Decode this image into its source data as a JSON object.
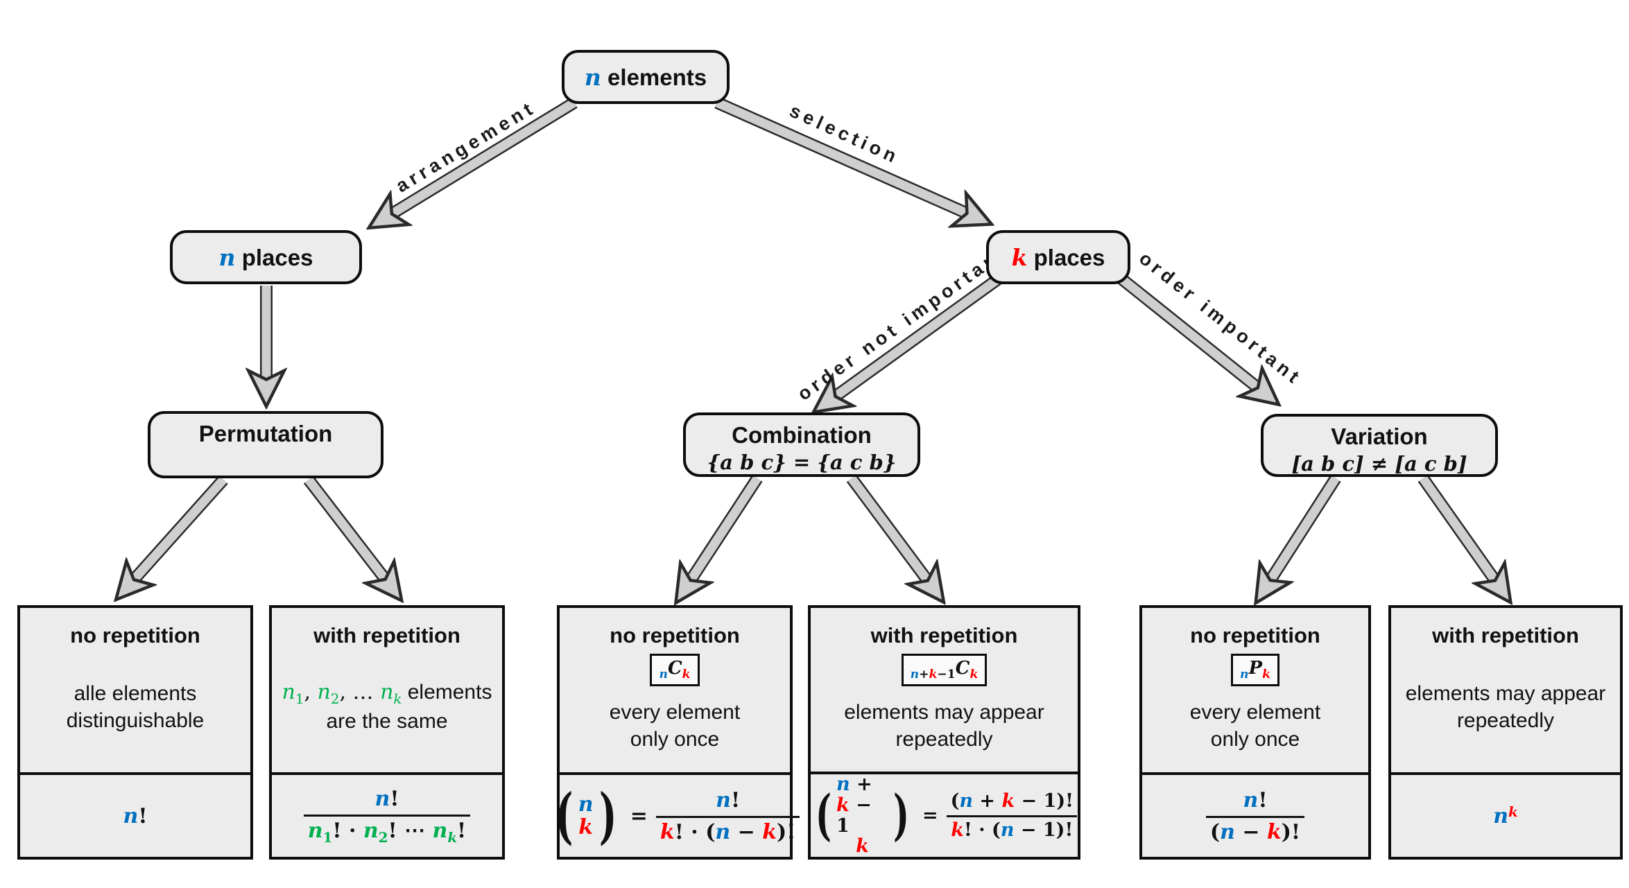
{
  "palette": {
    "blue": "#0070C0",
    "red": "#FF0000",
    "green": "#00B050",
    "box_fill": "#ececec",
    "arrow_fill": "#cfcfcf",
    "border": "#0d0d0d"
  },
  "nodes": {
    "root": {
      "tokens": [
        [
          "n",
          "b i"
        ],
        [
          " elements",
          "sans"
        ]
      ]
    },
    "n_places": {
      "tokens": [
        [
          "n",
          "b i"
        ],
        [
          " places",
          "sans"
        ]
      ]
    },
    "k_places": {
      "tokens": [
        [
          "k",
          "r i"
        ],
        [
          " places",
          "sans"
        ]
      ]
    },
    "permutation": {
      "title": "Permutation",
      "sub": []
    },
    "combination": {
      "title": "Combination",
      "sub": [
        [
          "{a b c} = {a c b}",
          "i k"
        ]
      ]
    },
    "variation": {
      "title": "Variation",
      "sub": [
        [
          "[a b c] ≠ [a c b]",
          "i k"
        ]
      ]
    }
  },
  "edges": {
    "arrangement": "arrangement",
    "selection": "selection",
    "not_important": "order not important",
    "important": "order important"
  },
  "leaves": [
    {
      "title": "no repetition",
      "body": [
        [
          [
            "alle elements",
            "sans"
          ]
        ],
        [
          [
            "distinguishable",
            "sans"
          ]
        ]
      ],
      "formula": {
        "inline": [
          [
            "n",
            "b i"
          ],
          [
            "!",
            "k"
          ]
        ]
      }
    },
    {
      "title": "with repetition",
      "body": [
        [
          [
            "n",
            "g i"
          ],
          [
            "1",
            "g sb"
          ],
          [
            ", ",
            "k"
          ],
          [
            "n",
            "g i"
          ],
          [
            "2",
            "g sb"
          ],
          [
            ", … ",
            "k"
          ],
          [
            "n",
            "g i"
          ],
          [
            "k",
            "g i sb"
          ],
          [
            " elements",
            "sans"
          ]
        ],
        [
          [
            "are the same",
            "sans"
          ]
        ]
      ],
      "formula": {
        "frac": {
          "num": [
            [
              "n",
              "b i"
            ],
            [
              "!",
              "k"
            ]
          ],
          "den": [
            [
              "n",
              "g i"
            ],
            [
              "1",
              "g sb"
            ],
            [
              "! · ",
              "k"
            ],
            [
              "n",
              "g i"
            ],
            [
              "2",
              "g sb"
            ],
            [
              "! ⋯ ",
              "k"
            ],
            [
              "n",
              "g i"
            ],
            [
              "k",
              "g i sb"
            ],
            [
              "!",
              "k"
            ]
          ]
        }
      }
    },
    {
      "title": "no repetition",
      "badge": [
        [
          "n",
          "b i sb"
        ],
        [
          "C",
          "k i"
        ],
        [
          "k",
          "r i sb"
        ]
      ],
      "body": [
        [
          [
            "every element",
            "sans"
          ]
        ],
        [
          [
            "only once",
            "sans"
          ]
        ]
      ],
      "formula": {
        "binom": {
          "top": [
            [
              "n",
              "b i"
            ]
          ],
          "bot": [
            [
              "k",
              "r i"
            ]
          ]
        },
        "eq": "=",
        "frac": {
          "num": [
            [
              "n",
              "b i"
            ],
            [
              "!",
              "k"
            ]
          ],
          "den": [
            [
              "k",
              "r i"
            ],
            [
              "! · (",
              "k"
            ],
            [
              "n",
              "b i"
            ],
            [
              " − ",
              "k"
            ],
            [
              "k",
              "r i"
            ],
            [
              ")!",
              "k"
            ]
          ]
        }
      }
    },
    {
      "title": "with repetition",
      "badge": [
        [
          "n",
          "b i sb"
        ],
        [
          "+",
          "k sb"
        ],
        [
          "k",
          "r i sb"
        ],
        [
          "−1",
          "k sb"
        ],
        [
          "C",
          "k i"
        ],
        [
          "k",
          "r i sb"
        ]
      ],
      "body": [
        [
          [
            "elements may appear",
            "sans"
          ]
        ],
        [
          [
            "repeatedly",
            "sans"
          ]
        ]
      ],
      "formula": {
        "binom": {
          "top": [
            [
              "n",
              "b i"
            ],
            [
              " + ",
              "k"
            ],
            [
              "k",
              "r i"
            ],
            [
              " − 1",
              "k"
            ]
          ],
          "bot": [
            [
              "k",
              "r i"
            ]
          ]
        },
        "eq": "=",
        "frac": {
          "num": [
            [
              "(",
              "k"
            ],
            [
              "n",
              "b i"
            ],
            [
              " + ",
              "k"
            ],
            [
              "k",
              "r i"
            ],
            [
              " − 1)!",
              "k"
            ]
          ],
          "den": [
            [
              "k",
              "r i"
            ],
            [
              "! · (",
              "k"
            ],
            [
              "n",
              "b i"
            ],
            [
              " − 1)!",
              "k"
            ]
          ]
        }
      }
    },
    {
      "title": "no repetition",
      "badge": [
        [
          "n",
          "b i sb"
        ],
        [
          "P",
          "k i"
        ],
        [
          "k",
          "r i sb"
        ]
      ],
      "body": [
        [
          [
            "every element",
            "sans"
          ]
        ],
        [
          [
            "only once",
            "sans"
          ]
        ]
      ],
      "formula": {
        "frac": {
          "num": [
            [
              "n",
              "b i"
            ],
            [
              "!",
              "k"
            ]
          ],
          "den": [
            [
              "(",
              "k"
            ],
            [
              "n",
              "b i"
            ],
            [
              " − ",
              "k"
            ],
            [
              "k",
              "r i"
            ],
            [
              ")!",
              "k"
            ]
          ]
        }
      }
    },
    {
      "title": "with repetition",
      "body": [
        [
          [
            "elements may appear",
            "sans"
          ]
        ],
        [
          [
            "repeatedly",
            "sans"
          ]
        ]
      ],
      "formula": {
        "inline": [
          [
            "n",
            "b i"
          ],
          [
            "k",
            "r i sp"
          ]
        ]
      }
    }
  ]
}
